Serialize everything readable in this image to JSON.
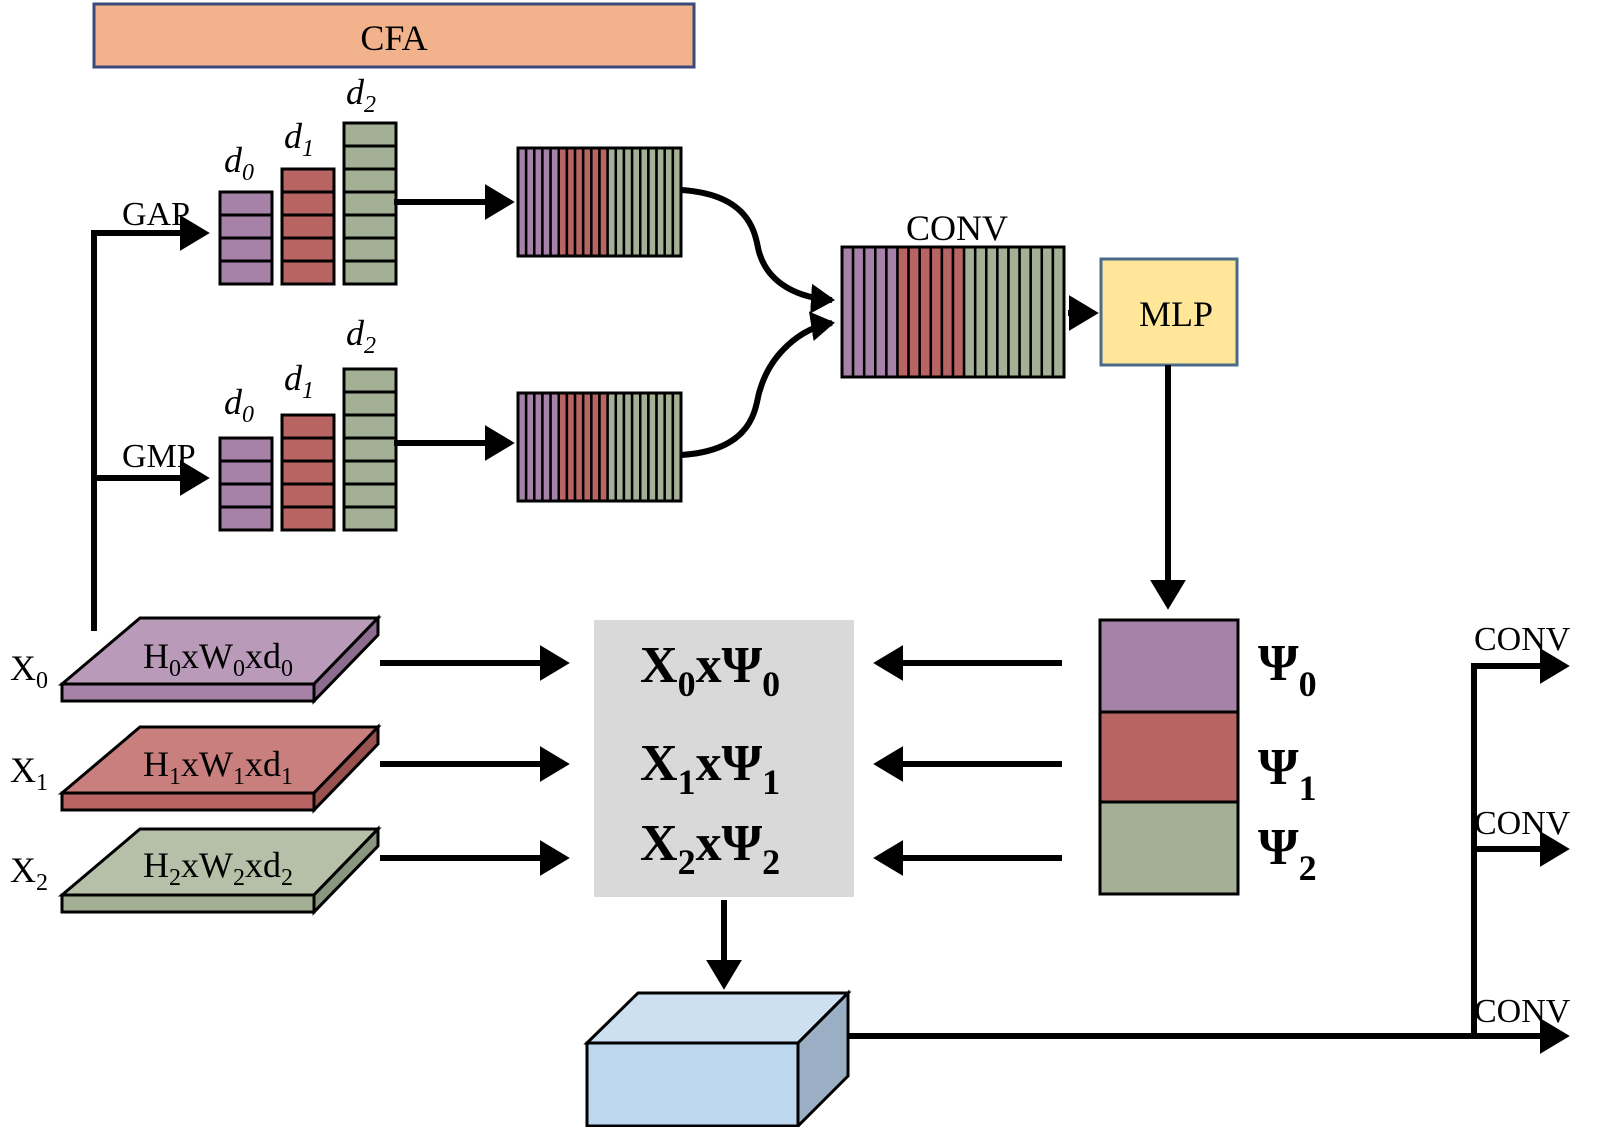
{
  "title": "CFA",
  "colors": {
    "title_fill": "#f2b28b",
    "title_border": "#3b4a7a",
    "purple": "#a682a8",
    "red": "#b86462",
    "green": "#a4b095",
    "purple_light": "#b99bb9",
    "red_light": "#c87f7d",
    "green_light": "#b6c0a8",
    "mlp_fill": "#ffe699",
    "mlp_border": "#4a6a8a",
    "product_bg": "#d9d9d9",
    "cube_front": "#bdd7ee",
    "cube_top": "#cde0f2",
    "cube_side": "#9aafc4"
  },
  "pooling": [
    {
      "name": "GAP",
      "bars": [
        {
          "label_base": "d",
          "label_sub": "0",
          "cells": 4
        },
        {
          "label_base": "d",
          "label_sub": "1",
          "cells": 5
        },
        {
          "label_base": "d",
          "label_sub": "2",
          "cells": 7
        }
      ]
    },
    {
      "name": "GMP",
      "bars": [
        {
          "label_base": "d",
          "label_sub": "0",
          "cells": 4
        },
        {
          "label_base": "d",
          "label_sub": "1",
          "cells": 5
        },
        {
          "label_base": "d",
          "label_sub": "2",
          "cells": 7
        }
      ]
    }
  ],
  "concat_stripes": {
    "purple": 5,
    "red": 6,
    "green": 9
  },
  "conv_block": {
    "label": "CONV",
    "stripes": {
      "purple": 5,
      "red": 6,
      "green": 9
    }
  },
  "mlp": {
    "label": "MLP"
  },
  "inputs": [
    {
      "name_base": "X",
      "name_sub": "0",
      "dim": [
        {
          "t": "H",
          "s": "0"
        },
        {
          "t": "xW",
          "s": "0"
        },
        {
          "t": "xd",
          "s": "0"
        }
      ]
    },
    {
      "name_base": "X",
      "name_sub": "1",
      "dim": [
        {
          "t": "H",
          "s": "1"
        },
        {
          "t": "xW",
          "s": "1"
        },
        {
          "t": "xd",
          "s": "1"
        }
      ]
    },
    {
      "name_base": "X",
      "name_sub": "2",
      "dim": [
        {
          "t": "H",
          "s": "2"
        },
        {
          "t": "xW",
          "s": "2"
        },
        {
          "t": "xd",
          "s": "2"
        }
      ]
    }
  ],
  "products": [
    {
      "x": "X",
      "xs": "0",
      "op": "x",
      "psi": "Ψ",
      "ps": "0"
    },
    {
      "x": "X",
      "xs": "1",
      "op": "x",
      "psi": "Ψ",
      "ps": "1"
    },
    {
      "x": "X",
      "xs": "2",
      "op": "x",
      "psi": "Ψ",
      "ps": "2"
    }
  ],
  "weights": [
    {
      "psi": "Ψ",
      "sub": "0"
    },
    {
      "psi": "Ψ",
      "sub": "1"
    },
    {
      "psi": "Ψ",
      "sub": "2"
    }
  ],
  "outputs": [
    {
      "label": "CONV"
    },
    {
      "label": "CONV"
    },
    {
      "label": "CONV"
    }
  ]
}
